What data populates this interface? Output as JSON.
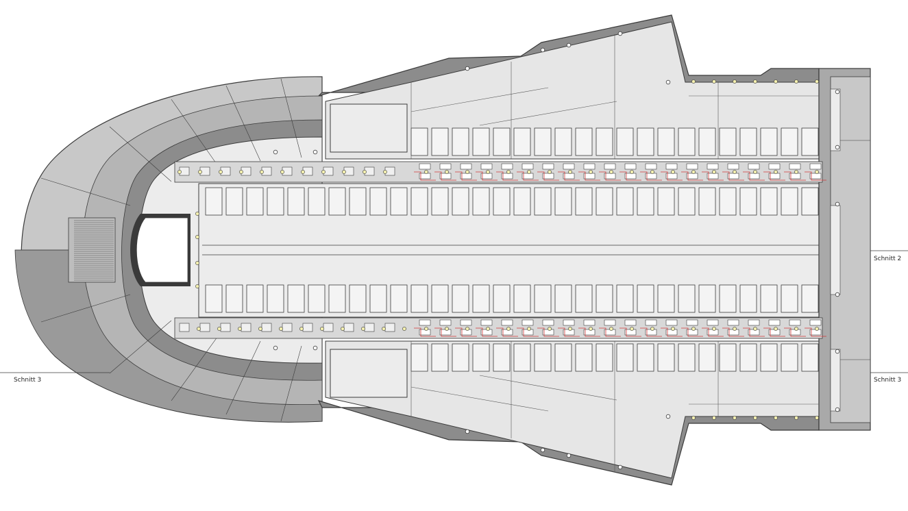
{
  "labels": {
    "section_2_right": "Schnitt 2",
    "section_3_left": "Schnitt 3",
    "section_3_right": "Schnitt 3"
  },
  "colors": {
    "outline": "#3a3a3a",
    "hull_dark": "#8c8c8c",
    "hull_mid": "#a9a9a9",
    "hull_light": "#c8c8c8",
    "deck": "#ececec",
    "panel": "#f4f4f4",
    "wiring": "#d23a3a",
    "light_fixture": "#f4f0b0"
  },
  "panel_rows": {
    "columns": 30
  }
}
